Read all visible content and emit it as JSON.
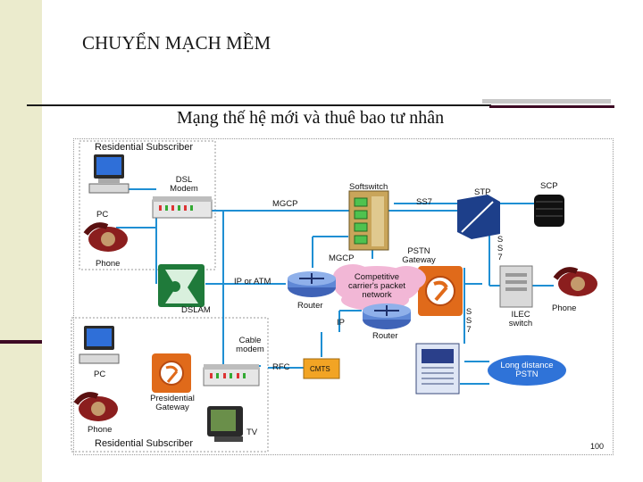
{
  "slide": {
    "title": "CHUYỂN MẠCH MỀM",
    "subtitle": "Mạng thế hệ mới và thuê bao tư nhân",
    "page_number": "100",
    "colors": {
      "left_bar": "#ebebcd",
      "bar_dark": "#3d0a24",
      "bar_grey": "#c8c8c8",
      "link_blue": "#1f8fd3"
    }
  },
  "diagram": {
    "res_top_title": "Residential Subscriber",
    "res_bottom_title": "Residential Subscriber",
    "dsl_modem": "DSL\nModem",
    "pc_top": "PC",
    "phone_top": "Phone",
    "softswitch": "Softswitch",
    "mgcp_top": "MGCP",
    "ss7_top": "SS7",
    "stp": "STP",
    "scp": "SCP",
    "ss7_vertical_right": "S\nS\n7",
    "mgcp_mid": "MGCP",
    "pstn_gateway": "PSTN\nGateway",
    "ip_or_atm": "IP or ATM",
    "dslam": "DSLAM",
    "competitive": "Competitive\ncarrier's packet\nnetwork",
    "router_left": "Router",
    "router_right": "Router",
    "ip": "IP",
    "ss7_vertical_mid": "S\nS\n7",
    "ilec_switch": "ILEC\nswitch",
    "phone_right": "Phone",
    "cable_modem": "Cable\nmodem",
    "pc_bottom": "PC",
    "residential_gateway": "Presidential\nGateway",
    "phone_bottom": "Phone",
    "rfc": "RFC",
    "tv": "TV",
    "cmts": "CMTS",
    "long_distance": "Long distance\nPSTN"
  }
}
